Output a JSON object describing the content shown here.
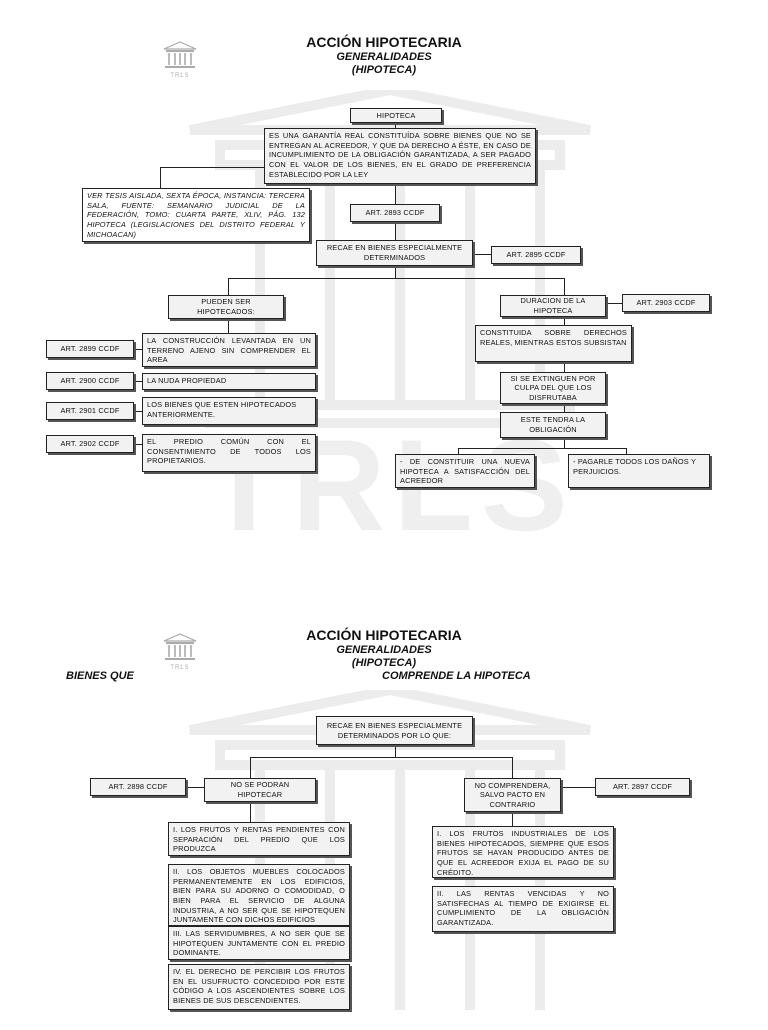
{
  "page1": {
    "title": "ACCIÓN HIPOTECARIA",
    "subtitle1": "GENERALIDADES",
    "subtitle2": "(HIPOTECA)",
    "logo_text": "TRLS",
    "boxes": {
      "hipoteca": "HIPOTECA",
      "definicion": "ES UNA GARANTÍA REAL CONSTITUÍDA SOBRE BIENES QUE NO SE ENTREGAN AL ACREEDOR, Y QUE DA DERECHO A ÉSTE, EN CASO DE INCUMPLIMIENTO DE LA OBLIGACIÓN GARANTIZADA, A SER PAGADO CON EL VALOR DE LOS BIENES, EN EL GRADO DE PREFERENCIA ESTABLECIDO POR LA LEY",
      "tesis": "VER TESIS AISLADA, SEXTA ÉPOCA, INSTANCIA: TERCERA SALA, FUENTE: SEMANARIO JUDICIAL DE LA FEDERACIÓN, TOMO: CUARTA PARTE, XLIV, PÁG. 132 HIPOTECA (LEGISLACIONES DEL DISTRITO FEDERAL Y MICHOACAN)",
      "art2893": "ART. 2893 CCDF",
      "recae": "RECAE EN BIENES ESPECIALMENTE DETERMINADOS",
      "art2895": "ART. 2895 CCDF",
      "pueden": "PUEDEN SER HIPOTECADOS:",
      "duracion": "DURACION DE LA HIPOTECA",
      "art2903": "ART. 2903 CCDF",
      "art2899": "ART. 2899 CCDF",
      "construccion": "LA CONSTRUCCIÓN LEVANTADA EN UN TERRENO AJENO SIN COMPRENDER EL AREA",
      "art2900": "ART. 2900 CCDF",
      "nuda": "LA NUDA PROPIEDAD",
      "art2901": "ART. 2901 CCDF",
      "bienes_hip": "LOS BIENES QUE ESTEN HIPOTECADOS ANTERIORMENTE.",
      "art2902": "ART. 2902 CCDF",
      "predio": "EL PREDIO COMÚN CON EL CONSENTIMIENTO DE TODOS LOS PROPIETARIOS.",
      "constituida": "CONSTITUIDA SOBRE DERECHOS REALES, MIENTRAS ESTOS SUBSISTAN",
      "extinguen": "SI SE EXTINGUEN POR CULPA DEL QUE LOS DISFRUTABA",
      "tendra": "ESTE TENDRA LA OBLIGACIÓN",
      "constituir": "- DE CONSTITUIR UNA NUEVA HIPOTECA A SATISFACCIÓN DEL ACREEDOR",
      "pagarle": "- PAGARLE TODOS LOS DAÑOS Y PERJUICIOS."
    }
  },
  "page2": {
    "title": "ACCIÓN HIPOTECARIA",
    "subtitle1": "GENERALIDADES",
    "subtitle2": "(HIPOTECA)",
    "logo_text": "TRLS",
    "header_left": "BIENES QUE",
    "header_right": "COMPRENDE LA HIPOTECA",
    "boxes": {
      "recae": "RECAE EN BIENES ESPECIALMENTE DETERMINADOS POR LO QUE:",
      "art2898": "ART. 2898  CCDF",
      "no_podran": "NO SE PODRAN HIPOTECAR",
      "no_comprendera": "NO COMPRENDERA, SALVO PACTO EN CONTRARIO",
      "art2897": "ART. 2897 CCDF",
      "frutos_rentas": "I. LOS FRUTOS Y RENTAS PENDIENTES CON SEPARACIÓN DEL PREDIO QUE LOS PRODUZCA",
      "muebles": "II. LOS OBJETOS MUEBLES COLOCADOS PERMANENTEMENTE EN LOS EDIFICIOS, BIEN PARA SU ADORNO O COMODIDAD, O BIEN PARA EL SERVICIO DE ALGUNA INDUSTRIA, A NO SER QUE SE HIPOTEQUEN JUNTAMENTE CON DICHOS EDIFICIOS",
      "servidumbres": "III. LAS SERVIDUMBRES, A NO SER QUE SE HIPOTEQUEN JUNTAMENTE CON EL PREDIO DOMINANTE.",
      "usufructo": "IV. EL DERECHO DE PERCIBIR LOS FRUTOS EN EL USUFRUCTO CONCEDIDO POR ESTE CÓDIGO A LOS ASCENDIENTES SOBRE LOS BIENES DE SUS DESCENDIENTES.",
      "frutos_ind": "I. LOS FRUTOS INDUSTRIALES DE LOS BIENES HIPOTECADOS, SIEMPRE QUE ESOS FRUTOS SE HAYAN PRODUCIDO ANTES DE QUE EL ACREEDOR EXIJA EL PAGO DE SU CRÉDITO.",
      "rentas_vencidas": "II. LAS RENTAS VENCIDAS Y NO SATISFECHAS AL TIEMPO DE EXIGIRSE EL CUMPLIMIENTO DE LA OBLIGACIÓN GARANTIZADA."
    }
  },
  "colors": {
    "box_fill": "#f2f2f2",
    "line": "#222222",
    "watermark": "#ececec"
  },
  "icons": {
    "logo": "temple-logo-icon"
  }
}
